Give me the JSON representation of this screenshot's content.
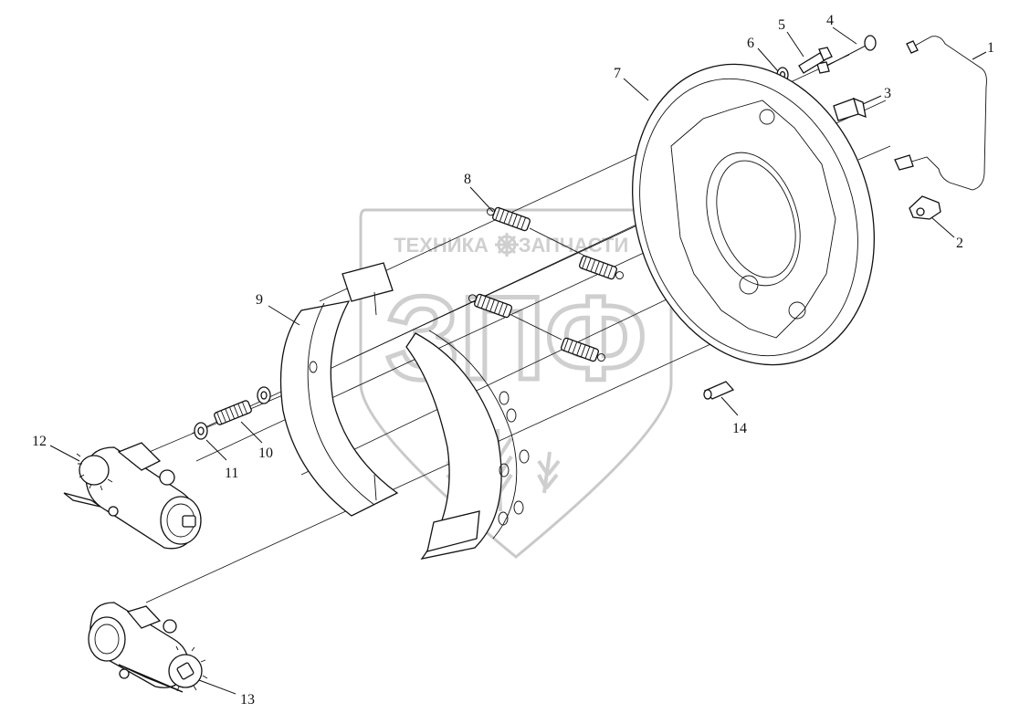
{
  "watermark": {
    "line1_left": "ТЕХНИКА",
    "line1_right": "ЗАПЧАСТИ",
    "big": "ЗПФ",
    "gear_icon": "gear-icon",
    "color": "#c9c9c9"
  },
  "callouts": [
    {
      "id": "1",
      "label": "1"
    },
    {
      "id": "2",
      "label": "2"
    },
    {
      "id": "3",
      "label": "3"
    },
    {
      "id": "4",
      "label": "4"
    },
    {
      "id": "5",
      "label": "5"
    },
    {
      "id": "6",
      "label": "6"
    },
    {
      "id": "7",
      "label": "7"
    },
    {
      "id": "8",
      "label": "8"
    },
    {
      "id": "9",
      "label": "9"
    },
    {
      "id": "10",
      "label": "10"
    },
    {
      "id": "11",
      "label": "11"
    },
    {
      "id": "12",
      "label": "12"
    },
    {
      "id": "13",
      "label": "13"
    },
    {
      "id": "14",
      "label": "14"
    }
  ]
}
